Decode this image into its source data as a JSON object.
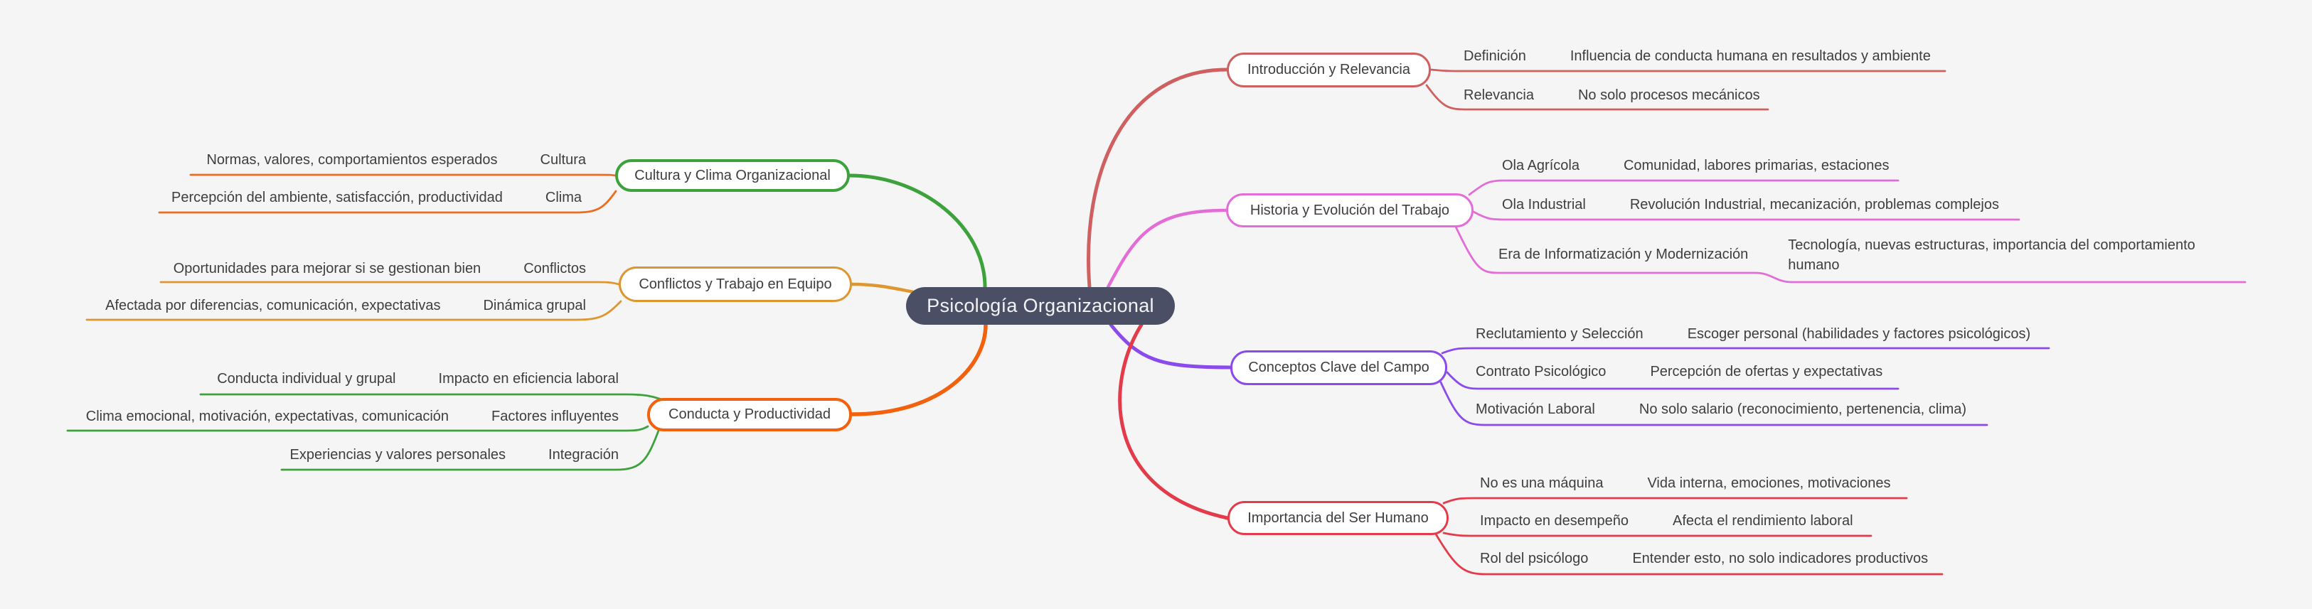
{
  "root": {
    "label": "Psicología Organizacional",
    "bg": "#4B4F66",
    "text_color": "#F2F2F5"
  },
  "branches": [
    {
      "id": "cultura",
      "label": "Cultura y Clima Organizacional",
      "color": "#3EA23C",
      "child_color": "#ED6C1E",
      "side": "left",
      "children": [
        {
          "label": "Cultura",
          "desc": "Normas, valores, comportamientos esperados"
        },
        {
          "label": "Clima",
          "desc": "Percepción del ambiente, satisfacción, productividad"
        }
      ]
    },
    {
      "id": "conflictos",
      "label": "Conflictos y Trabajo en Equipo",
      "color": "#DE9630",
      "child_color": "#DE9630",
      "side": "left",
      "children": [
        {
          "label": "Conflictos",
          "desc": "Oportunidades para mejorar si se gestionan bien"
        },
        {
          "label": "Dinámica grupal",
          "desc": "Afectada por diferencias, comunicación, expectativas"
        }
      ]
    },
    {
      "id": "conducta",
      "label": "Conducta y Productividad",
      "color": "#F3610D",
      "child_color": "#3EA23C",
      "side": "left",
      "children": [
        {
          "label": "Impacto en eficiencia laboral",
          "desc": "Conducta individual y grupal"
        },
        {
          "label": "Factores influyentes",
          "desc": "Clima emocional, motivación, expectativas, comunicación"
        },
        {
          "label": "Integración",
          "desc": "Experiencias y valores personales"
        }
      ]
    },
    {
      "id": "introduccion",
      "label": "Introducción y Relevancia",
      "color": "#CF6061",
      "child_color": "#CF6061",
      "side": "right",
      "children": [
        {
          "label": "Definición",
          "desc": "Influencia de conducta humana en resultados y ambiente"
        },
        {
          "label": "Relevancia",
          "desc": "No solo procesos mecánicos"
        }
      ]
    },
    {
      "id": "historia",
      "label": "Historia y Evolución del Trabajo",
      "color": "#E36CD6",
      "child_color": "#E36CD6",
      "side": "right",
      "children": [
        {
          "label": "Ola Agrícola",
          "desc": "Comunidad, labores primarias, estaciones"
        },
        {
          "label": "Ola Industrial",
          "desc": "Revolución Industrial, mecanización, problemas complejos"
        },
        {
          "label": "Era de Informatización y Modernización",
          "desc": "Tecnología, nuevas estructuras, importancia del comportamiento humano"
        }
      ]
    },
    {
      "id": "conceptos",
      "label": "Conceptos Clave del Campo",
      "color": "#8A4AEC",
      "child_color": "#8A4AEC",
      "side": "right",
      "children": [
        {
          "label": "Reclutamiento y Selección",
          "desc": "Escoger personal (habilidades y factores psicológicos)"
        },
        {
          "label": "Contrato Psicológico",
          "desc": "Percepción de ofertas y expectativas"
        },
        {
          "label": "Motivación Laboral",
          "desc": "No solo salario (reconocimiento, pertenencia, clima)"
        }
      ]
    },
    {
      "id": "importancia",
      "label": "Importancia del Ser Humano",
      "color": "#E43B4A",
      "child_color": "#E43B4A",
      "side": "right",
      "children": [
        {
          "label": "No es una máquina",
          "desc": "Vida interna, emociones, motivaciones"
        },
        {
          "label": "Impacto en desempeño",
          "desc": "Afecta el rendimiento laboral"
        },
        {
          "label": "Rol del psicólogo",
          "desc": "Entender esto, no solo indicadores productivos"
        }
      ]
    }
  ]
}
